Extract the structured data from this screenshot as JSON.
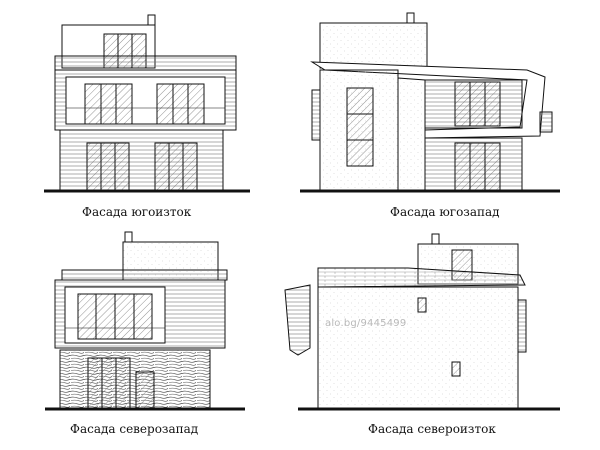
{
  "captions": {
    "southeast": "Фасада югоизток",
    "southwest": "Фасада югозапад",
    "northwest": "Фасада северозапад",
    "northeast": "Фасада североизток"
  },
  "watermark": "alo.bg/9445499",
  "colors": {
    "line": "#111111",
    "hatch": "#555555",
    "watermark": "#b9b9b9"
  }
}
